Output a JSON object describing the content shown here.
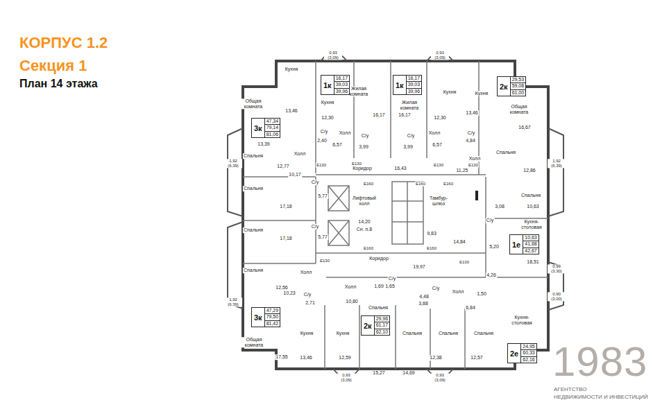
{
  "diagram": {
    "title": "КОРПУС 1.2",
    "nodes": [
      {
        "text": [
          "3к",
          "47,34",
          "79,14",
          "81,06"
        ]
      },
      {
        "text": [
          "1к",
          "16,17",
          "39,03",
          "39,96"
        ]
      },
      {
        "text": [
          "1к",
          "16,17",
          "39,03",
          "39,96"
        ]
      },
      {
        "text": [
          "2к",
          "29,53",
          "59,08",
          "61,00"
        ]
      },
      {
        "text": [
          "1е",
          "10,63",
          "41,68",
          "42,67"
        ]
      },
      {
        "text": [
          "3к",
          "47,29",
          "79,50",
          "81,42"
        ]
      },
      {
        "text": [
          "2к",
          "29,96",
          "61,17",
          "62,10"
        ]
      },
      {
        "text": [
          "2е",
          "24,95",
          "60,33",
          "62,16"
        ]
      }
    ],
    "labels": [
      "Секция 1",
      "План 14 этажа",
      "Общая комната",
      "Кухня",
      "13,46",
      "13,39",
      "Спальня",
      "12,77",
      "Холл",
      "10,17",
      "С/у",
      "2,40",
      "Кухня",
      "12,30",
      "Холл",
      "6,57",
      "Жилая комната",
      "16,17",
      "С/у",
      "3,99",
      "Жилая комната",
      "16,17",
      "С/у",
      "3,99",
      "Кухня",
      "12,30",
      "Холл",
      "6,57",
      "Кухня",
      "13,46",
      "Общая комната",
      "16,67",
      "С/у",
      "4,84",
      "Холл",
      "11,25",
      "Спальня",
      "12,86",
      "Коридор",
      "16,43",
      "E130",
      "E130",
      "E130",
      "E130",
      "E160",
      "E160",
      "E160",
      "Спальня",
      "17,18",
      "С/у",
      "5,77",
      "Спальня",
      "17,18",
      "С/у",
      "5,77",
      "Спальня",
      "12,56",
      "Холл",
      "10,23",
      "Лифтовый холл",
      "14,20",
      "Сн. п.8",
      "Тамбур-шлюз",
      "9,83",
      "14,84",
      "Коридор",
      "19,97",
      "E160",
      "E160",
      "E130",
      "E130",
      "Спальня",
      "10,63",
      "3,08",
      "С/у",
      "5,20",
      "Кухня-столовая",
      "18,51",
      "4,26",
      "1,50",
      "Холл",
      "6,84",
      "Кухня-столовая",
      "Холл",
      "10,80",
      "1,69",
      "1,65",
      "С/у",
      "С/у",
      "4,48",
      "3,88",
      "С/у",
      "2,71",
      "Общая комната",
      "17,55",
      "Кухня",
      "13,46",
      "Кухня",
      "12,59",
      "Спальня",
      "15,27",
      "Спальня",
      "14,69",
      "Спальня",
      "12,38",
      "Спальня",
      "12,57",
      "0,93 (3,09)",
      "0,93 (3,09)",
      "0,93 (3,09)",
      "0,93 (3,09)",
      "1,92 (6,39)",
      "1,92 (6,39)",
      "1,92 (6,39)",
      "0,99 (3,30)",
      "0,90 (3,00)",
      "1983",
      "АГЕНТСТВО",
      "НЕДВИЖИМОСТИ И ИНВЕСТИЦИЙ"
    ]
  }
}
